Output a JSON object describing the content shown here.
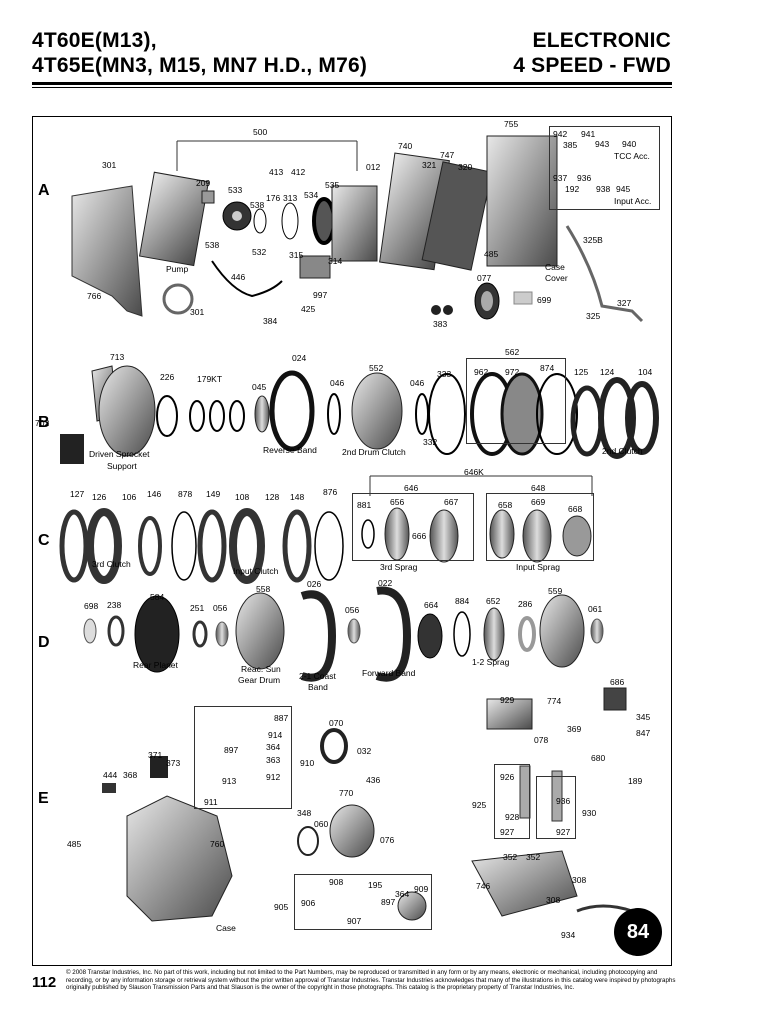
{
  "header": {
    "left_line1": "4T60E(M13),",
    "left_line2": "4T65E(MN3, M15, MN7 H.D., M76)",
    "right_line1": "ELECTRONIC",
    "right_line2": "4 SPEED - FWD"
  },
  "sections": [
    "A",
    "B",
    "C",
    "D",
    "E"
  ],
  "page_number": "112",
  "badge": "84",
  "copyright": "© 2008 Transtar Industries, Inc. No part of this work, including but not limited to the Part Numbers, may be reproduced or transmitted in any form or by any means, electronic or mechanical, including photocopying and recording, or by any information storage or retrieval system without the prior written approval of Transtar Industries. Transtar Industries acknowledges that many of the illustrations in this catalog were inspired by photographs originally published by Slauson Transmission Parts and that Slauson is the owner of the copyright in those photographs. This catalog is the proprietary property of Transtar Industries, Inc.",
  "callouts": {
    "a": [
      "500",
      "301",
      "209",
      "533",
      "538",
      "176",
      "313",
      "534",
      "535",
      "413",
      "412",
      "012",
      "740",
      "321",
      "747",
      "320",
      "755",
      "942",
      "941",
      "940",
      "385",
      "943",
      "TCC Acc.",
      "937",
      "936",
      "945",
      "192",
      "938",
      "Input Acc.",
      "325B",
      "538",
      "532",
      "315",
      "314",
      "Pump",
      "446",
      "766",
      "301",
      "997",
      "384",
      "425",
      "485",
      "077",
      "Case",
      "Cover",
      "699",
      "383",
      "327",
      "325"
    ],
    "b": [
      "713",
      "226",
      "179KT",
      "024",
      "045",
      "046",
      "552",
      "046",
      "333",
      "562",
      "962",
      "972",
      "874",
      "125",
      "124",
      "104",
      "702",
      "Driven Sprocket",
      "Support",
      "Reverse Band",
      "2nd Drum Clutch",
      "332",
      "2nd Clutch"
    ],
    "c": [
      "646K",
      "127",
      "126",
      "106",
      "146",
      "878",
      "149",
      "108",
      "128",
      "148",
      "876",
      "646",
      "881",
      "656",
      "667",
      "648",
      "658",
      "669",
      "668",
      "666",
      "3rd Clutch",
      "Input Clutch",
      "3rd Sprag",
      "Input Sprag"
    ],
    "d": [
      "698",
      "238",
      "584",
      "251",
      "056",
      "558",
      "026",
      "056",
      "022",
      "664",
      "884",
      "652",
      "286",
      "559",
      "061",
      "Rear Planet",
      "Reac. Sun",
      "Gear Drum",
      "2-1 Coast",
      "Band",
      "Forward Band",
      "1-2 Sprag"
    ],
    "e": [
      "887",
      "914",
      "897",
      "364",
      "363",
      "910",
      "913",
      "912",
      "911",
      "070",
      "032",
      "371",
      "373",
      "444",
      "368",
      "929",
      "774",
      "078",
      "369",
      "686",
      "345",
      "847",
      "680",
      "189",
      "436",
      "770",
      "348",
      "060",
      "076",
      "926",
      "925",
      "928",
      "927",
      "936",
      "930",
      "927",
      "485",
      "760",
      "352",
      "352",
      "308",
      "746",
      "308",
      "908",
      "195",
      "909",
      "906",
      "364",
      "897",
      "905",
      "907",
      "934",
      "Case"
    ]
  }
}
